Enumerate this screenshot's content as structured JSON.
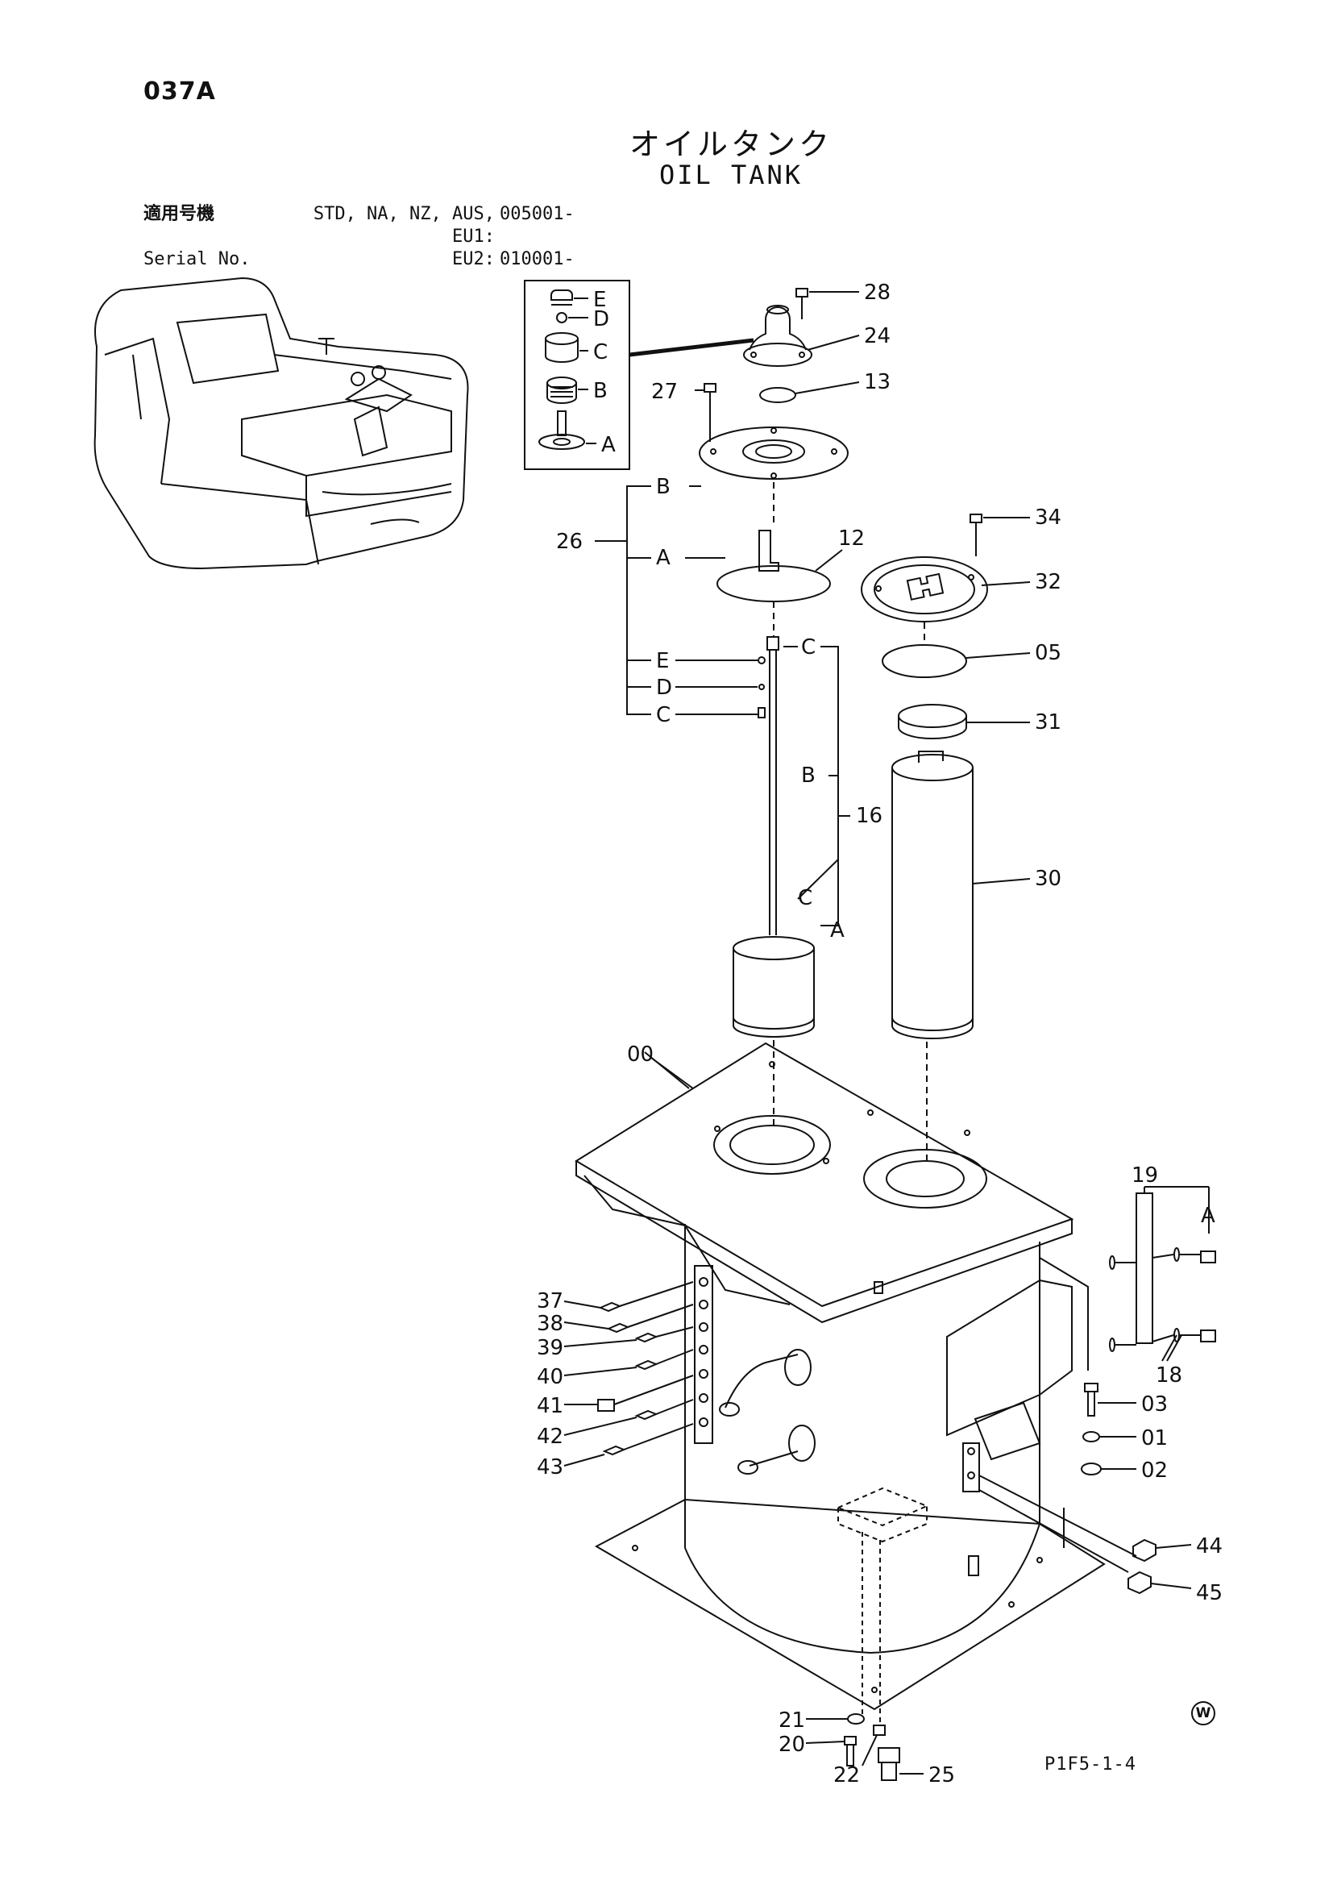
{
  "header": {
    "page_code": "037A",
    "title_jp": "オイルタンク",
    "title_en": "OIL TANK"
  },
  "serial": {
    "label_jp": "適用号機",
    "label_en": "Serial No.",
    "row1_models": "STD, NA, NZ, AUS, EU1:",
    "row1_number": "005001-",
    "row2_models": "EU2:",
    "row2_number": "010001-"
  },
  "footer": {
    "code": "P1F5-1-4",
    "mark": "W"
  },
  "callouts": {
    "p00": "00",
    "p01": "01",
    "p02": "02",
    "p03": "03",
    "p05": "05",
    "p12": "12",
    "p13": "13",
    "p16": "16",
    "p18": "18",
    "p19": "19",
    "p20": "20",
    "p21": "21",
    "p22": "22",
    "p24": "24",
    "p25": "25",
    "p26": "26",
    "p27": "27",
    "p28": "28",
    "p30": "30",
    "p31": "31",
    "p32": "32",
    "p34": "34",
    "p37": "37",
    "p38": "38",
    "p39": "39",
    "p40": "40",
    "p41": "41",
    "p42": "42",
    "p43": "43",
    "p44": "44",
    "p45": "45"
  },
  "sub_labels": {
    "A": "A",
    "B": "B",
    "C": "C",
    "D": "D",
    "E": "E"
  }
}
